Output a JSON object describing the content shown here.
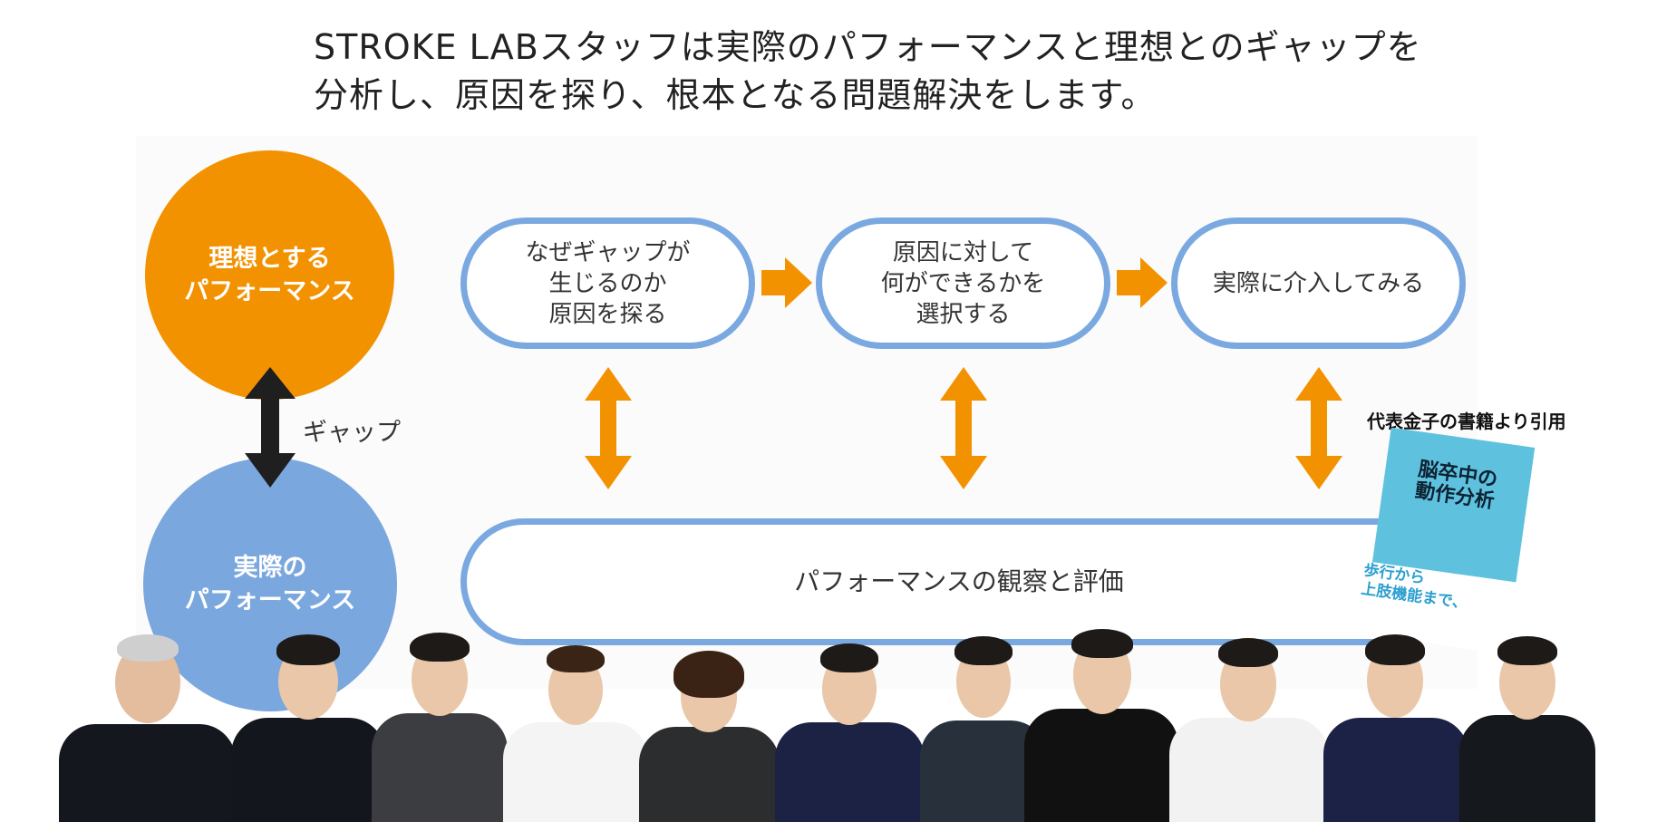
{
  "heading": {
    "line1": "STROKE LABスタッフは実際のパフォーマンスと理想とのギャップを",
    "line2": "分析し、原因を探り、根本となる問題解決をします。"
  },
  "diagram": {
    "ideal_circle": {
      "line1": "理想とする",
      "line2": "パフォーマンス",
      "color": "#f39200"
    },
    "actual_circle": {
      "line1": "実際の",
      "line2": "パフォーマンス",
      "color": "#7aa7dd"
    },
    "gap_label": "ギャップ",
    "steps": [
      {
        "lines": [
          "なぜギャップが",
          "生じるのか",
          "原因を探る"
        ]
      },
      {
        "lines": [
          "原因に対して",
          "何ができるかを",
          "選択する"
        ]
      },
      {
        "lines": [
          "実際に介入してみる"
        ]
      }
    ],
    "observation": "パフォーマンスの観察と評価",
    "arrow_color": "#f39200",
    "pill_border_color": "#7aa8e0"
  },
  "citation": "代表金子の書籍より引用",
  "book": {
    "title_line1": "脳卒中の",
    "title_line2": "動作分析",
    "tagline1": "歩行から",
    "tagline2": "上肢機能まで、"
  }
}
